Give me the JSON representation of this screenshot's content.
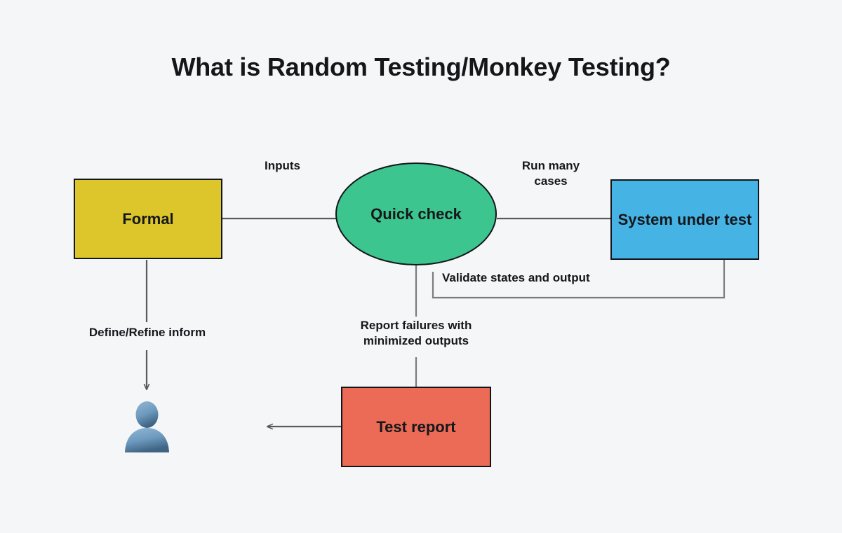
{
  "title": "What is Random Testing/Monkey Testing?",
  "background_color": "#f5f6f8",
  "nodes": [
    {
      "id": "formal",
      "label": "Formal",
      "shape": "rectangle",
      "color": "#dcc62b"
    },
    {
      "id": "quick-check",
      "label": "Quick check",
      "shape": "ellipse",
      "color": "#3cc58f"
    },
    {
      "id": "sut",
      "label": "System\nunder test",
      "shape": "rectangle",
      "color": "#45b3e4"
    },
    {
      "id": "test-report",
      "label": "Test report",
      "shape": "rectangle",
      "color": "#ec6b56"
    },
    {
      "id": "user",
      "label": "",
      "shape": "avatar",
      "color": "#5b86ad"
    }
  ],
  "edges": [
    {
      "id": "formal-to-quickcheck",
      "from": "formal",
      "to": "quick-check",
      "label": "Inputs",
      "arrow": false
    },
    {
      "id": "quickcheck-to-sut",
      "from": "quick-check",
      "to": "sut",
      "label": "Run many\ncases",
      "arrow": false
    },
    {
      "id": "sut-to-quickcheck",
      "from": "sut",
      "to": "quick-check",
      "label": "Validate states and output",
      "arrow": false
    },
    {
      "id": "quickcheck-to-report",
      "from": "quick-check",
      "to": "test-report",
      "label": "Report failures with\nminimized outputs",
      "arrow": false
    },
    {
      "id": "formal-to-user",
      "from": "formal",
      "to": "user",
      "label": "Define/Refine inform",
      "arrow": true
    },
    {
      "id": "report-to-left",
      "from": "test-report",
      "to": "user",
      "label": "",
      "arrow": true
    }
  ],
  "labels": {
    "inputs": "Inputs",
    "run_many_cases": "Run many\ncases",
    "validate": "Validate states and output",
    "define_refine": "Define/Refine inform",
    "report_failures": "Report failures with\nminimized outputs"
  },
  "node_labels": {
    "formal": "Formal",
    "quick_check": "Quick check",
    "system_under_test": "System\nunder test",
    "test_report": "Test report"
  },
  "icons": {
    "user": "user-avatar-icon"
  },
  "colors": {
    "formal": "#dcc62b",
    "quick_check": "#3cc58f",
    "system_under_test": "#45b3e4",
    "test_report": "#ec6b56",
    "stroke": "#13151a",
    "connector": "#58595c",
    "text": "#15171b",
    "background": "#f5f6f8"
  }
}
